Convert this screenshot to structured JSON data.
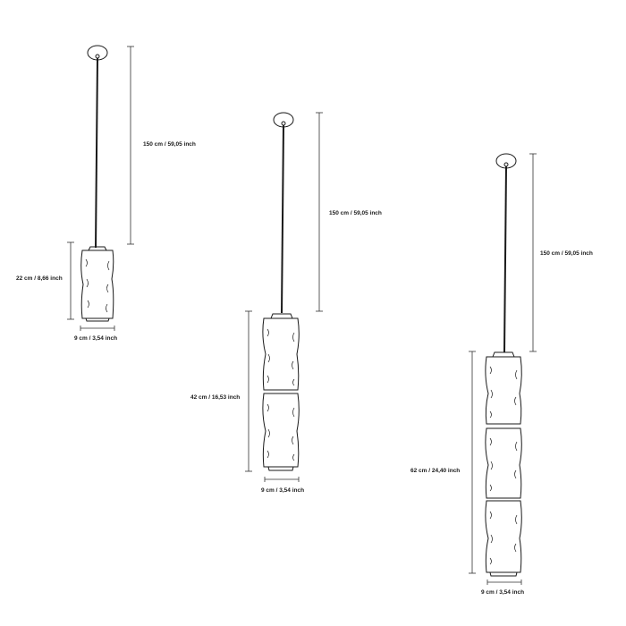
{
  "lamps": [
    {
      "cable_length_label": "150 cm / 59,05 inch",
      "height_label": "22 cm / 8,66 inch",
      "width_label": "9 cm / 3,54 inch"
    },
    {
      "cable_length_label": "150 cm / 59,05 inch",
      "height_label": "42 cm / 16,53 inch",
      "width_label": "9 cm / 3,54 inch"
    },
    {
      "cable_length_label": "150 cm / 59,05 inch",
      "height_label": "62 cm / 24,40 inch",
      "width_label": "9 cm / 3,54 inch"
    }
  ],
  "colors": {
    "stroke": "#1a1a1a",
    "dimension": "#333333"
  }
}
